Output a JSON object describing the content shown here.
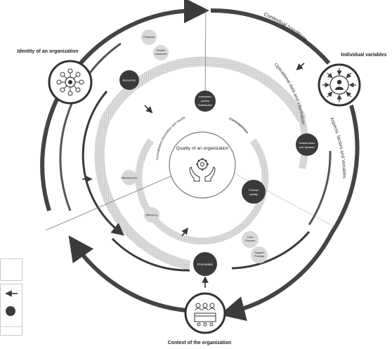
{
  "title": "Quality of an organization",
  "labels": {
    "identity": "Identity of an organization",
    "individual": "Individual variables",
    "context": "Context of the organization",
    "contextual_conditions": "Contextual conditions",
    "operational_data": "Operational data and information",
    "aspects_factors": "Aspects, factors and Variables",
    "consolidated": "Consolidated information and results",
    "consequences": "Consequences"
  },
  "nodes": {
    "financial": "Financial",
    "human_1": "Human",
    "human_2": "resources",
    "resources": "Resources",
    "interested_1": "Interested",
    "interested_2": "parties",
    "interested_3": "Satisfaction",
    "infra_1": "Infrastructure",
    "infra_2": "and Systems",
    "effectiveness": "Effectiveness",
    "efficiency": "Efficiency",
    "product_1": "Product",
    "product_2": "quality",
    "core_1": "Core",
    "core_2": "Process",
    "support_1": "Support",
    "support_2": "Process",
    "processes": "Processes"
  },
  "colors": {
    "dark_node": "#3a3a3a",
    "light_node": "#d8d8d8",
    "dotted_ring": "#d6d6d6",
    "arrow": "#555555"
  }
}
